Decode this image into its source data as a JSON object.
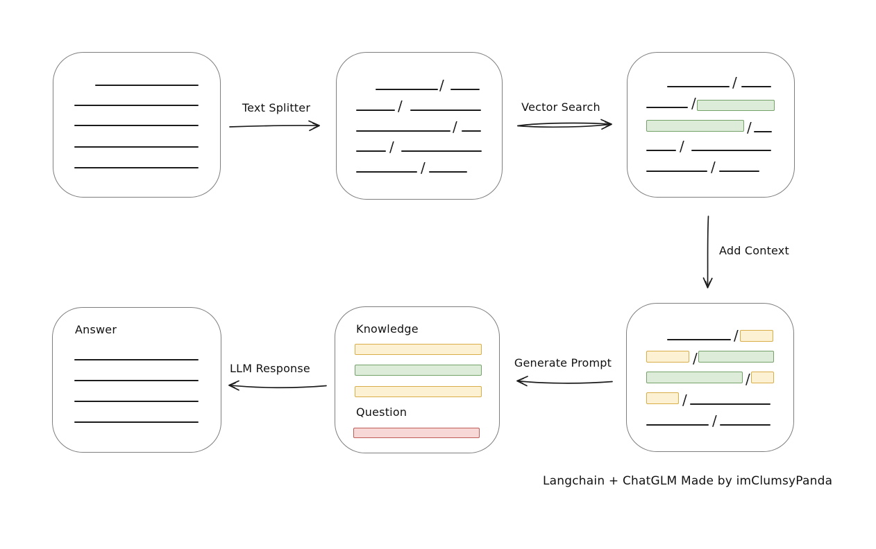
{
  "palette": {
    "ink": "#1b1b1b",
    "box-border": "#7d7d7d",
    "green-fill": "#ddecd8",
    "green-border": "#74a168",
    "yellow-fill": "#fcf2d3",
    "yellow-border": "#d8ac47",
    "red-fill": "#f8d8d6",
    "red-border": "#bf5b56"
  },
  "glyphs": {
    "slash": "/"
  },
  "arrows": {
    "text_splitter": "Text Splitter",
    "vector_search": "Vector Search",
    "add_context": "Add Context",
    "generate_prompt": "Generate Prompt",
    "llm_response": "LLM Response"
  },
  "boxes": {
    "answer_title": "Answer",
    "knowledge_title": "Knowledge",
    "question_title": "Question"
  },
  "caption": "Langchain + ChatGLM Made by imClumsyPanda"
}
